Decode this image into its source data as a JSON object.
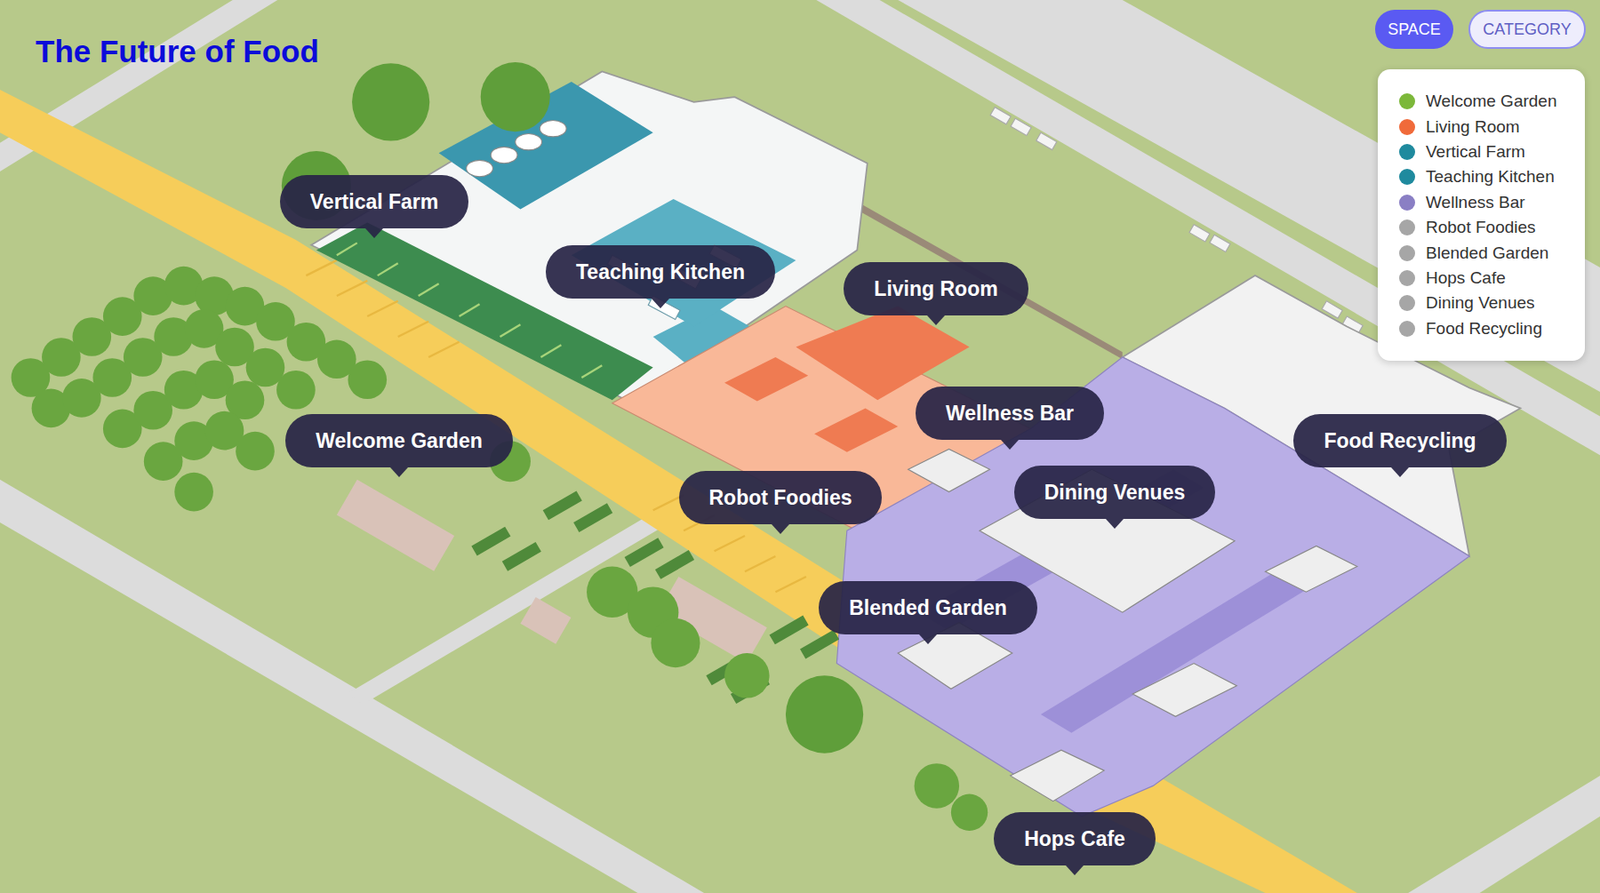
{
  "diagram": {
    "title": "The Future of Food",
    "nodes": [
      {
        "text": [
          "SPACE"
        ]
      },
      {
        "text": [
          "CATEGORY"
        ]
      },
      {
        "text": [
          "Vertical Farm"
        ]
      },
      {
        "text": [
          "Teaching Kitchen"
        ]
      },
      {
        "text": [
          "Living Room"
        ]
      },
      {
        "text": [
          "Wellness Bar"
        ]
      },
      {
        "text": [
          "Food Recycling"
        ]
      },
      {
        "text": [
          "Welcome Garden"
        ]
      },
      {
        "text": [
          "Robot Foodies"
        ]
      },
      {
        "text": [
          "Dining Venues"
        ]
      },
      {
        "text": [
          "Blended Garden"
        ]
      },
      {
        "text": [
          "Hops Cafe"
        ]
      }
    ],
    "legend": [
      {
        "text": "Welcome Garden",
        "color": "#7cb83a"
      },
      {
        "text": "Living Room",
        "color": "#f06a3a"
      },
      {
        "text": "Vertical Farm",
        "color": "#1f8a9e"
      },
      {
        "text": "Teaching Kitchen",
        "color": "#1f8a9e"
      },
      {
        "text": "Wellness Bar",
        "color": "#8a7fc4"
      },
      {
        "text": "Robot Foodies",
        "color": "#a6a6a6"
      },
      {
        "text": "Blended Garden",
        "color": "#a6a6a6"
      },
      {
        "text": "Hops Cafe",
        "color": "#a6a6a6"
      },
      {
        "text": "Dining Venues",
        "color": "#a6a6a6"
      },
      {
        "text": "Food Recycling",
        "color": "#a6a6a6"
      }
    ]
  }
}
